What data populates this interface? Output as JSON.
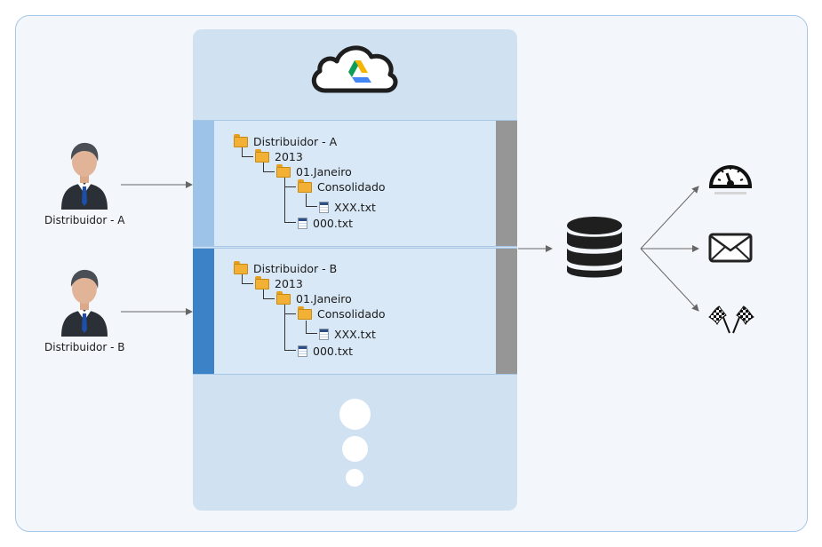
{
  "users": [
    {
      "label": "Distribuidor - A"
    },
    {
      "label": "Distribuidor - B"
    }
  ],
  "trees": [
    {
      "stripe_color": "#9dc3e8",
      "nodes": [
        "Distribuidor - A",
        "2013",
        "01.Janeiro",
        "Consolidado",
        "XXX.txt",
        "000.txt"
      ]
    },
    {
      "stripe_color": "#3b82c6",
      "nodes": [
        "Distribuidor - B",
        "2013",
        "01.Janeiro",
        "Consolidado",
        "XXX.txt",
        "000.txt"
      ]
    }
  ],
  "icons": {
    "cloud": "cloud-drive-icon",
    "database": "database-icon",
    "outputs": [
      "gauge-icon",
      "envelope-icon",
      "checkered-flags-icon"
    ]
  },
  "colors": {
    "frame_bg": "#f3f7fc",
    "panel_bg": "#d0e1f2",
    "bar_gray": "#969696"
  }
}
